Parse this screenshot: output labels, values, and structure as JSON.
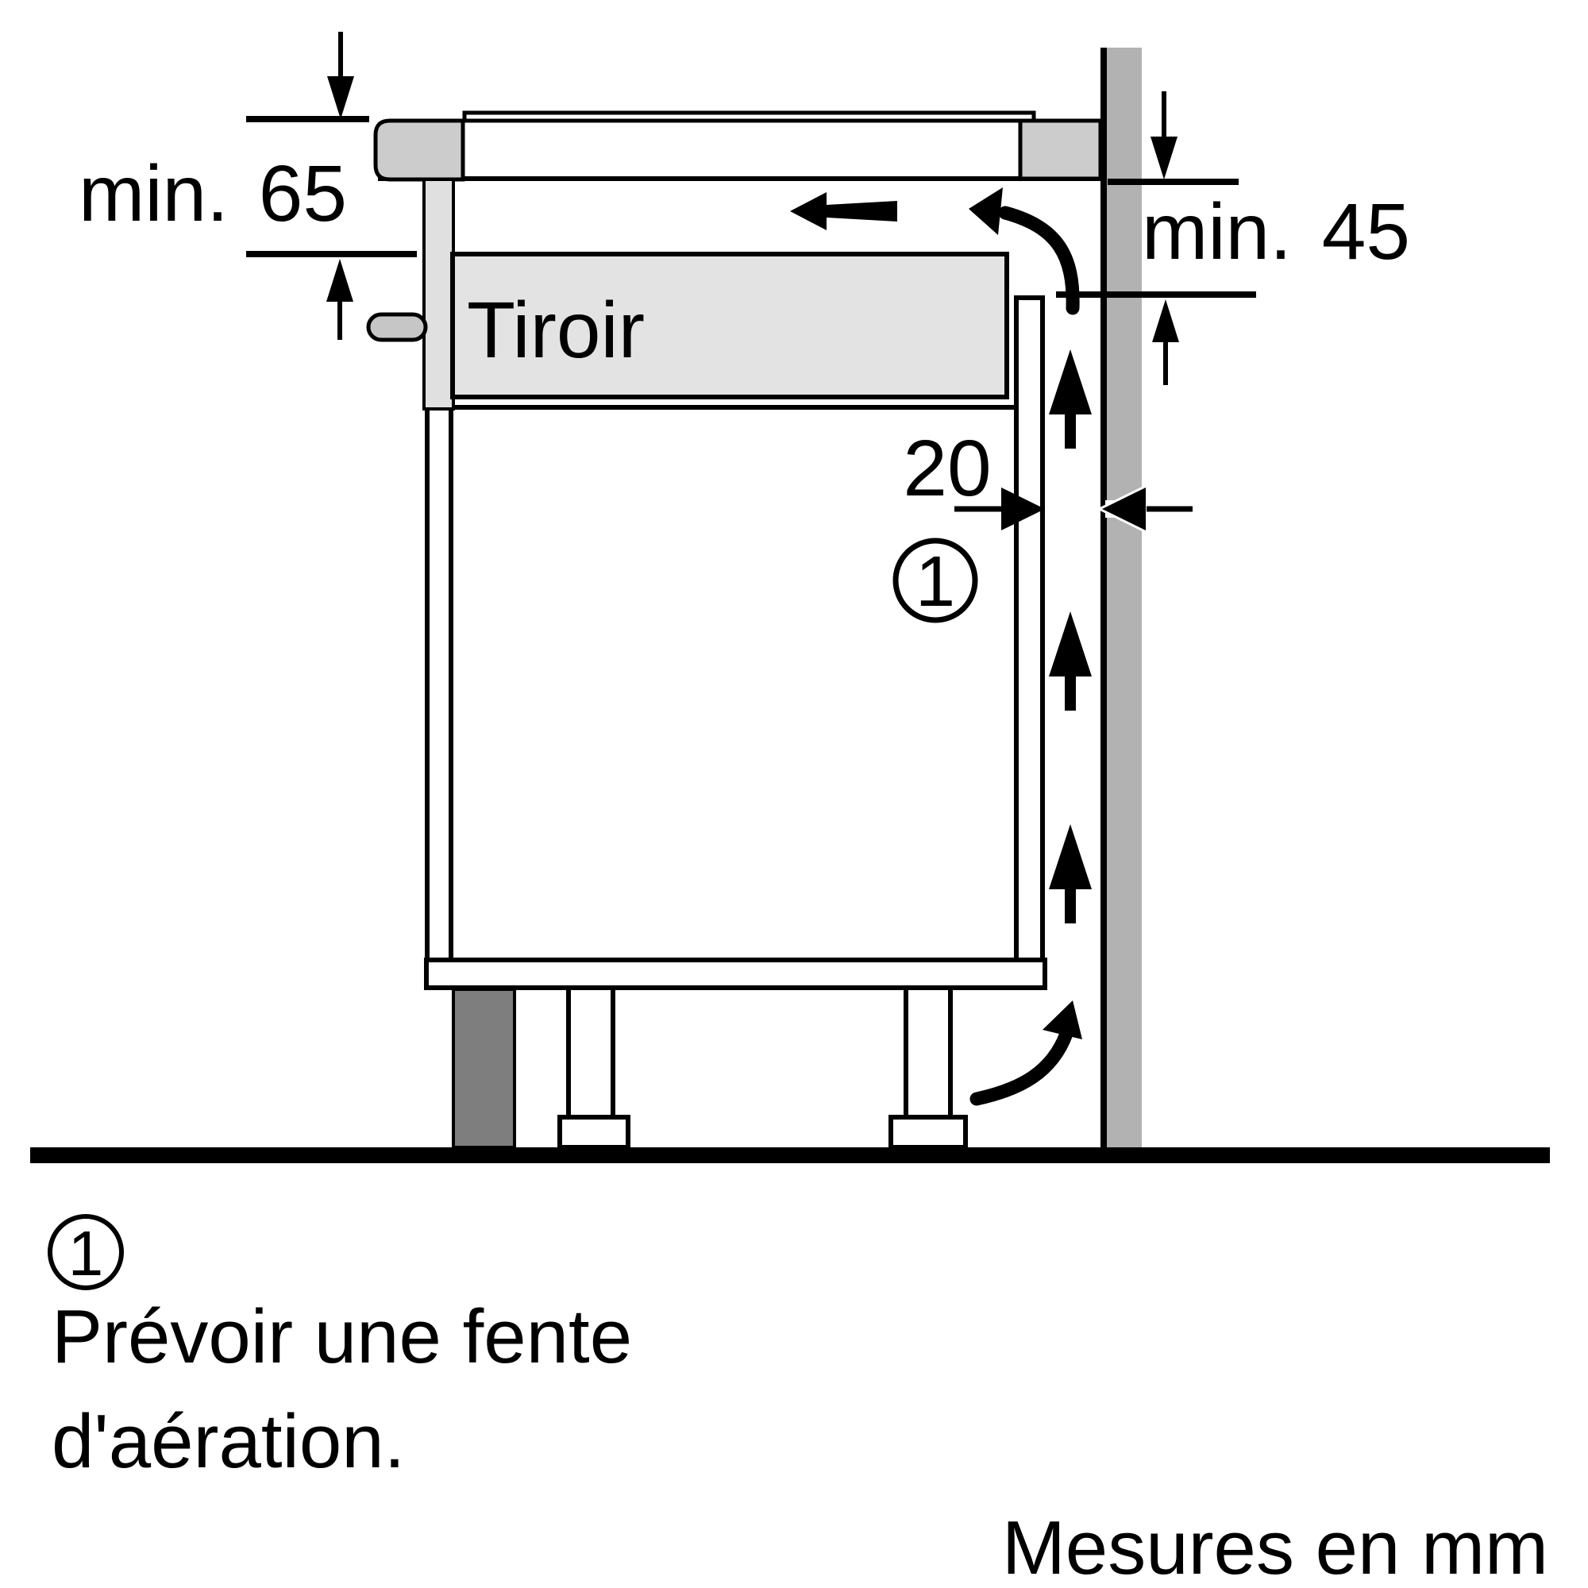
{
  "diagram": {
    "title_implicit": "Installation side-view of hob above drawer cabinet with ventilation",
    "labels": {
      "dim_hob_clearance": "min. 65",
      "dim_wall_clearance": "min. 45",
      "dim_rear_gap": "20",
      "drawer": "Tiroir",
      "callout": "1"
    },
    "footnote": {
      "marker": "1",
      "line1": "Prévoir une fente",
      "line2": "d'aération.",
      "units": "Mesures en mm"
    },
    "colors": {
      "background": "#ffffff",
      "line": "#000000",
      "wall": "#b2b2b2",
      "hob_frame": "#cccccc",
      "drawer_fill": "#e3e3e3",
      "chassis_fill": "#e0e0e0",
      "clamp_fill": "#c6c6c6",
      "plinth_fill": "#7e7e7e",
      "white": "#ffffff"
    }
  }
}
